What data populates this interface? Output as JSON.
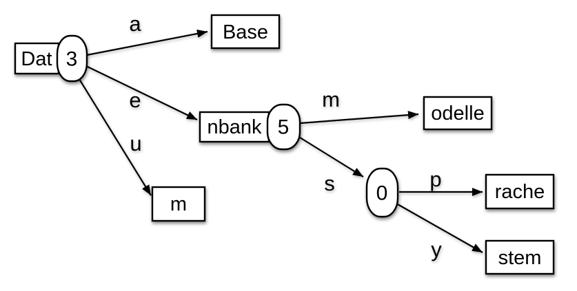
{
  "diagram": {
    "kind": "radix-tree",
    "colors": {
      "background": "#ffffff",
      "node_fill": "#ffffff",
      "node_stroke": "#000000",
      "text": "#000000"
    },
    "nodes": {
      "dat": {
        "label": "Dat",
        "count": "3"
      },
      "base": {
        "label": "Base"
      },
      "nbank": {
        "label": "nbank",
        "count": "5"
      },
      "m": {
        "label": "m"
      },
      "odelle": {
        "label": "odelle"
      },
      "zero": {
        "count": "0"
      },
      "rache": {
        "label": "rache"
      },
      "stem": {
        "label": "stem"
      }
    },
    "edges": {
      "a": {
        "label": "a",
        "from": "Dat 3",
        "to": "Base"
      },
      "e": {
        "label": "e",
        "from": "Dat 3",
        "to": "nbank 5"
      },
      "u": {
        "label": "u",
        "from": "Dat 3",
        "to": "m"
      },
      "m": {
        "label": "m",
        "from": "nbank 5",
        "to": "odelle"
      },
      "s": {
        "label": "s",
        "from": "nbank 5",
        "to": "0"
      },
      "p": {
        "label": "p",
        "from": "0",
        "to": "rache"
      },
      "y": {
        "label": "y",
        "from": "0",
        "to": "stem"
      }
    }
  }
}
